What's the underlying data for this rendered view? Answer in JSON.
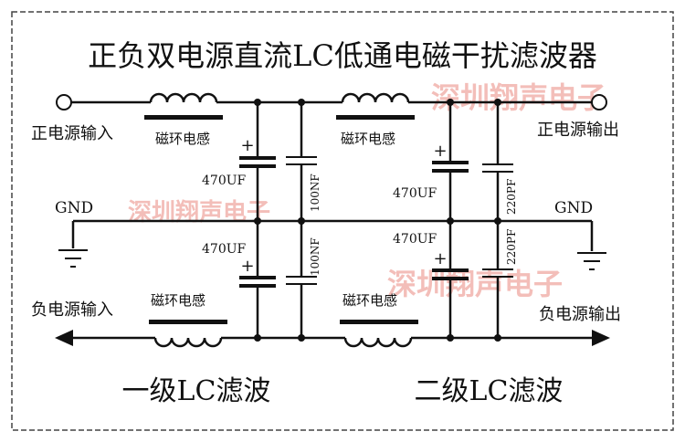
{
  "title": "正负双电源直流LC低通电磁干扰滤波器",
  "inputs": {
    "positive": "正电源输入",
    "negative": "负电源输入"
  },
  "outputs": {
    "positive": "正电源输出",
    "negative": "负电源输出"
  },
  "gnd": {
    "left": "GND",
    "right": "GND"
  },
  "inductor_label": "磁环电感",
  "stage1": {
    "cap_top": "470UF",
    "cap_bottom": "470UF",
    "film_top": "100NF",
    "film_bottom": "100NF",
    "label": "一级LC滤波"
  },
  "stage2": {
    "cap_top": "470UF",
    "cap_bottom": "470UF",
    "film_top": "220PF",
    "film_bottom": "220PF",
    "label": "二级LC滤波"
  },
  "plus_sign": "+",
  "watermark": "深圳翔声电子",
  "colors": {
    "line": "#111111",
    "watermark": "#f2b3ad",
    "border": "#444444"
  }
}
